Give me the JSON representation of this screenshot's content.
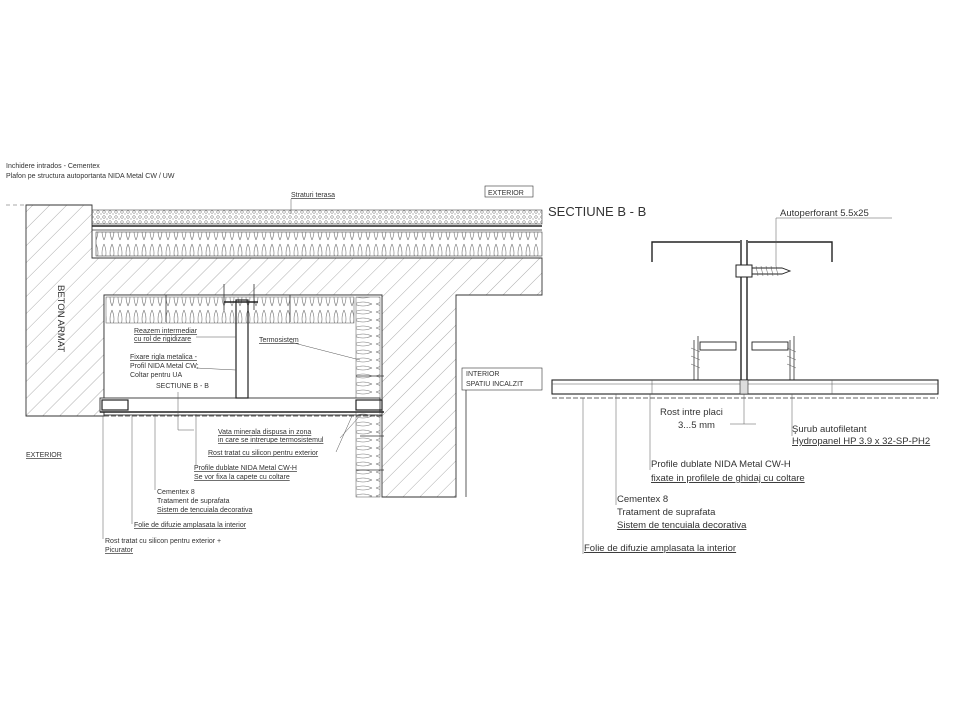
{
  "header": {
    "line1": "Inchidere intrados - Cementex",
    "line2": "Plafon pe structura autoportanta NIDA Metal CW / UW"
  },
  "left": {
    "exterior_top": "EXTERIOR",
    "straturi_terasa": "Straturi terasa",
    "beton_armat": "BETON ARMAT",
    "interior_1": "INTERIOR",
    "interior_2": "SPATIU INCALZIT",
    "exterior_left": "EXTERIOR",
    "reazem": [
      "Reazem intermediar",
      "cu rol de rigidizare"
    ],
    "fixare": [
      "Fixare rigla metalica -",
      "Profil NIDA Metal CW;",
      "Coltar pentru UA"
    ],
    "sectiune_mark": "SECTIUNE B - B",
    "termosistem": "Termosistem",
    "vata": [
      "Vata minerala dispusa in zona",
      "in care se intrerupe termosistemul"
    ],
    "rost_silicon": "Rost tratat cu silicon pentru exterior",
    "profile_dublate": [
      "Profile dublate NIDA Metal CW-H",
      "Se vor fixa la capete cu coltare"
    ],
    "cementex": [
      "Cementex 8",
      "Tratament de suprafata",
      "Sistem de tencuiala decorativa"
    ],
    "folie": "Folie de difuzie amplasata la interior",
    "rost_picurator": [
      "Rost tratat cu silicon pentru exterior +",
      "Picurator"
    ]
  },
  "right": {
    "title": "SECTIUNE B - B",
    "autoperforant": "Autoperforant 5.5x25",
    "rost": [
      "Rost intre placi",
      "3...5 mm"
    ],
    "surub": [
      "Şurub autofiletant",
      "Hydropanel HP 3.9 x 32-SP-PH2"
    ],
    "profile": [
      "Profile dublate NIDA Metal CW-H",
      "fixate in profilele de ghidaj cu coltare"
    ],
    "cementex": [
      "Cementex 8",
      "Tratament de suprafata",
      "Sistem de tencuiala decorativa"
    ],
    "folie": "Folie de difuzie amplasata la interior"
  }
}
